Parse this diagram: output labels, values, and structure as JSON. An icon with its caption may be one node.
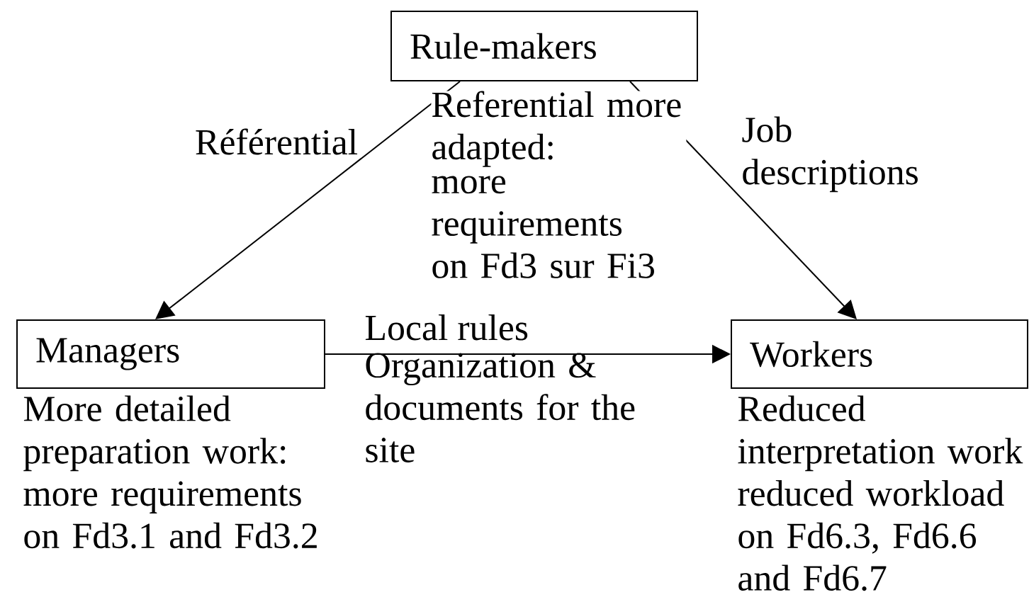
{
  "diagram": {
    "nodes": [
      {
        "text": [
          "Rule-makers"
        ]
      },
      {
        "text": [
          "Managers"
        ],
        "beside": [
          "More detailed preparation work: more requirements on Fd3.1 and Fd3.2"
        ]
      },
      {
        "text": [
          "Workers"
        ],
        "beside": [
          "Reduced interpretation work reduced workload on Fd6.3, Fd6.6 and Fd6.7"
        ]
      }
    ],
    "edges": [
      {
        "from": 0,
        "to": 1,
        "arrow": "to",
        "label": "Référential"
      },
      {
        "from": 0,
        "to": 2,
        "arrow": "to",
        "label": "Job descriptions"
      },
      {
        "from": 1,
        "to": 2,
        "arrow": "to",
        "label": "Local rules"
      }
    ],
    "labels": [
      "Referential more adapted:",
      "more requirements on Fd3 sur Fi3",
      "Organization & documents for the site"
    ]
  }
}
